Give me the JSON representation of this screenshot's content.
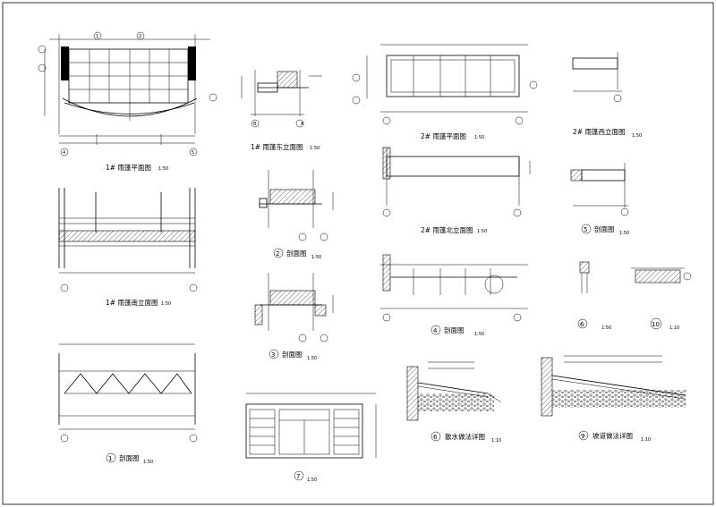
{
  "titles": {
    "plan1": "1# 雨篷平面图",
    "plan1_scale": "1:50",
    "east1": "1# 雨篷东立面图",
    "east1_scale": "1:50",
    "plan2": "2# 雨篷平面图",
    "plan2_scale": "1:50",
    "west2": "2# 雨篷西立面图",
    "west2_scale": "1:50",
    "south1": "1# 雨篷南立面图",
    "south1_scale": "1:50",
    "sec2": "剖面图",
    "sec2_num": "2",
    "sec2_scale": "1:50",
    "north2": "2# 雨篷北立面图",
    "north2_scale": "1:50",
    "sec5": "剖面图",
    "sec5_num": "5",
    "sec5_scale": "1:50",
    "sec3": "剖面图",
    "sec3_num": "3",
    "sec3_scale": "1:50",
    "sec4": "剖面图",
    "sec4_num": "4",
    "sec4_scale": "1:50",
    "det6": "6",
    "det6_scale": "1:50",
    "det10": "10",
    "det10_scale": "1:10",
    "sec1": "剖面图",
    "sec1_num": "1",
    "sec1_scale": "1:50",
    "apron": "散水做法详图",
    "apron_num": "6",
    "apron_scale": "1:10",
    "ramp": "坡道做法详图",
    "ramp_num": "9",
    "ramp_scale": "1:10",
    "door7": "7",
    "door7_scale": "1:50"
  },
  "axes": {
    "a4": "4",
    "a5": "5",
    "aA": "A",
    "aB": "B",
    "a1": "1",
    "a2": "2"
  }
}
